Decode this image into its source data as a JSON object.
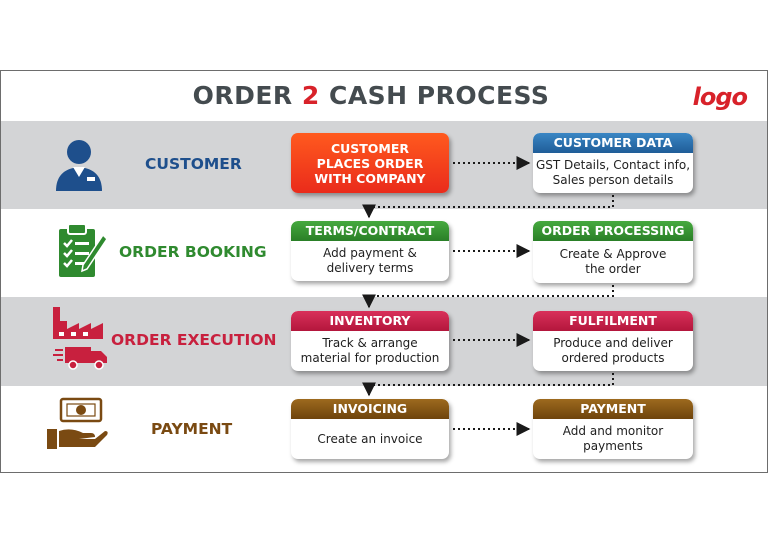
{
  "title": {
    "prefix": "ORDER ",
    "number": "2",
    "suffix": " CASH PROCESS"
  },
  "logo": "logo",
  "colors": {
    "band_gray": "#d3d4d6",
    "customer": "#1e4f8c",
    "booking": "#2f8a2f",
    "execution": "#c8203e",
    "payment": "#7a4a12",
    "header_blue": "#2a6fae",
    "header_green": "#3a9a36",
    "header_red": "#c81e4a",
    "header_brown": "#8a5a14",
    "order_orange": "#f04a1c"
  },
  "stages": [
    {
      "label": "CUSTOMER",
      "icon": "customer-person-icon"
    },
    {
      "label": "ORDER BOOKING",
      "icon": "clipboard-checklist-icon"
    },
    {
      "label": "ORDER EXECUTION",
      "icon": "factory-truck-icon"
    },
    {
      "label": "PAYMENT",
      "icon": "money-hand-icon"
    }
  ],
  "cards": {
    "places_order": {
      "body": [
        "CUSTOMER",
        "PLACES ORDER",
        "WITH COMPANY"
      ]
    },
    "customer_data": {
      "header": "CUSTOMER DATA",
      "body": [
        "GST Details, Contact info,",
        "Sales person details"
      ]
    },
    "terms": {
      "header": "TERMS/CONTRACT",
      "body": [
        "Add payment &",
        "delivery terms"
      ]
    },
    "order_processing": {
      "header": "ORDER PROCESSING",
      "body": [
        "Create & Approve",
        "the order"
      ]
    },
    "inventory": {
      "header": "INVENTORY",
      "body": [
        "Track & arrange",
        "material for production"
      ]
    },
    "fulfilment": {
      "header": "FULFILMENT",
      "body": [
        "Produce and deliver",
        "ordered products"
      ]
    },
    "invoicing": {
      "header": "INVOICING",
      "body": [
        "Create an invoice"
      ]
    },
    "payment": {
      "header": "PAYMENT",
      "body": [
        "Add and monitor",
        "payments"
      ]
    }
  }
}
